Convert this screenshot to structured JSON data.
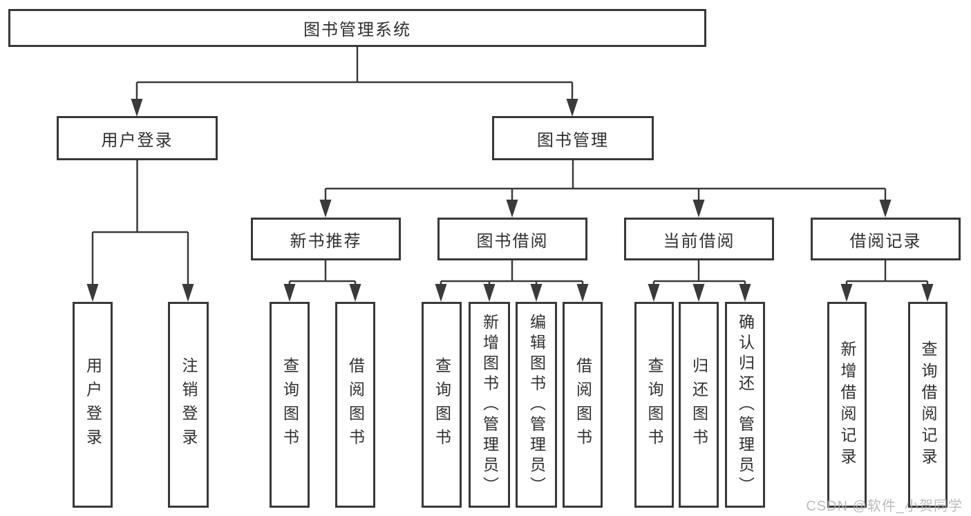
{
  "diagram_title": "图书管理系统",
  "colors": {
    "line": "#3a3a3a",
    "border": "#383838",
    "text": "#2f2f2f",
    "watermark": "#b0b0b0",
    "background": "#ffffff"
  },
  "nodes": {
    "root": {
      "label": "图书管理系统"
    },
    "user_login": {
      "label": "用户登录"
    },
    "book_management": {
      "label": "图书管理"
    },
    "new_book_recommend": {
      "label": "新书推荐"
    },
    "book_borrow": {
      "label": "图书借阅"
    },
    "current_borrow": {
      "label": "当前借阅"
    },
    "borrow_records": {
      "label": "借阅记录"
    },
    "leaf_user_login": {
      "label": "用户登录"
    },
    "leaf_logout": {
      "label": "注销登录"
    },
    "leaf_nb_query_book": {
      "label": "查询图书"
    },
    "leaf_nb_borrow_book": {
      "label": "借阅图书"
    },
    "leaf_bb_query_book": {
      "label": "查询图书"
    },
    "leaf_bb_add_book": {
      "label": "新增图书（管理员）"
    },
    "leaf_bb_edit_book": {
      "label": "编辑图书（管理员）"
    },
    "leaf_bb_borrow_book": {
      "label": "借阅图书"
    },
    "leaf_cb_query_book": {
      "label": "查询图书"
    },
    "leaf_cb_return_book": {
      "label": "归还图书"
    },
    "leaf_cb_confirm_return": {
      "label": "确认归还（管理员）"
    },
    "leaf_br_add_record": {
      "label": "新增借阅记录"
    },
    "leaf_br_query_record": {
      "label": "查询借阅记录"
    }
  },
  "watermark": {
    "text": "CSDN @软件_小贺同学"
  }
}
